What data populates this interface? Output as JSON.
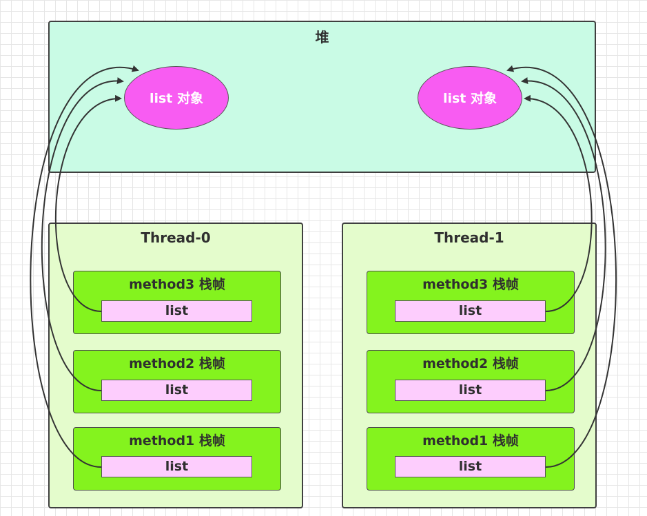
{
  "heap": {
    "title": "堆"
  },
  "objects": [
    {
      "label": "list 对象"
    },
    {
      "label": "list 对象"
    }
  ],
  "threads": [
    {
      "title": "Thread-0",
      "frames": [
        {
          "title": "method3 栈帧",
          "var": "list"
        },
        {
          "title": "method2 栈帧",
          "var": "list"
        },
        {
          "title": "method1 栈帧",
          "var": "list"
        }
      ]
    },
    {
      "title": "Thread-1",
      "frames": [
        {
          "title": "method3 栈帧",
          "var": "list"
        },
        {
          "title": "method2 栈帧",
          "var": "list"
        },
        {
          "title": "method1 栈帧",
          "var": "list"
        }
      ]
    }
  ],
  "colors": {
    "heap_fill": "#c9fbe5",
    "thread_fill": "#e4fccc",
    "frame_fill": "#84f31e",
    "var_fill": "#fdcdfd",
    "object_fill": "#f85cf2",
    "arrow": "#333333"
  }
}
